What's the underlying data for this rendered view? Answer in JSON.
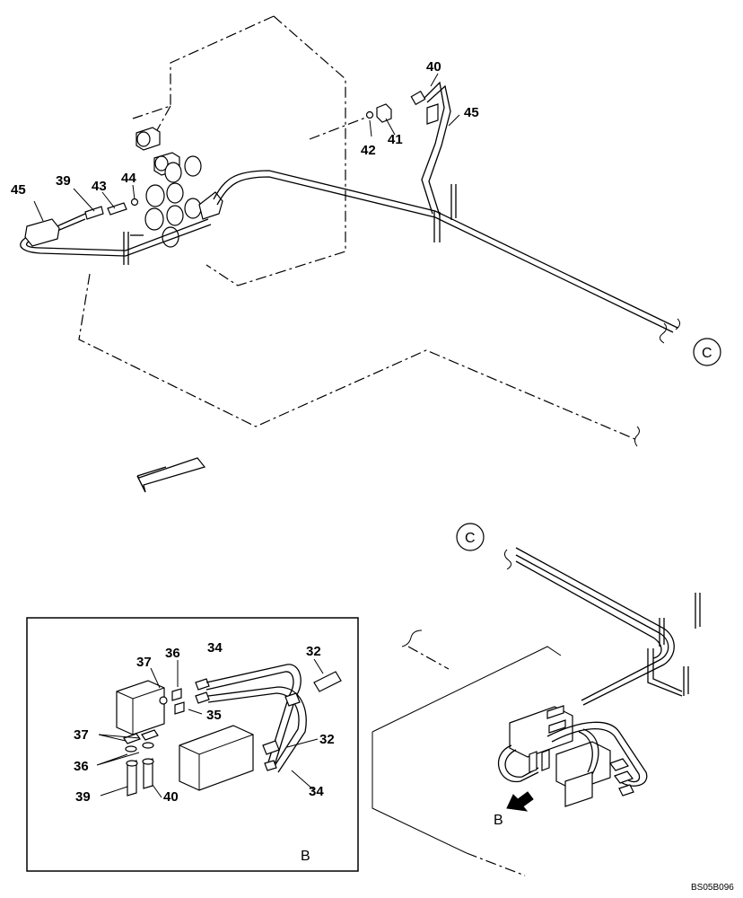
{
  "diagram": {
    "code": "BS05B096",
    "labels": {
      "l45a": "45",
      "l39a": "39",
      "l43": "43",
      "l44": "44",
      "l40a": "40",
      "l45b": "45",
      "l42": "42",
      "l41": "41",
      "cTop": "C",
      "cBottom": "C",
      "detB": "B",
      "l37a": "37",
      "l36a": "36",
      "l34a": "34",
      "l32a": "32",
      "l35": "35",
      "l37b": "37",
      "l36b": "36",
      "l32b": "32",
      "l34b": "34",
      "l39b": "39",
      "l40b": "40",
      "boxB": "B"
    }
  }
}
